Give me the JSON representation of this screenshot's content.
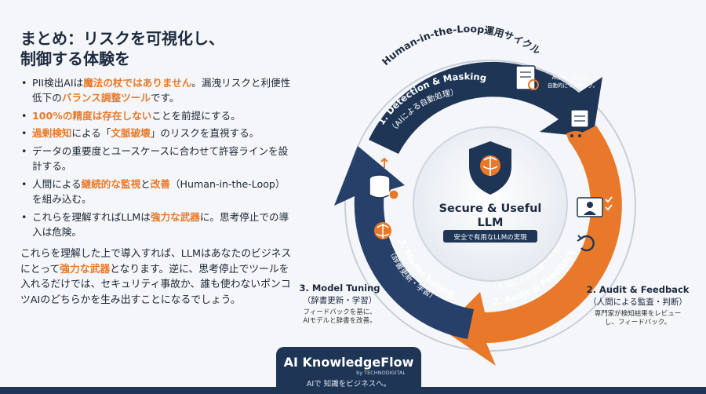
{
  "title": {
    "line1": "まとめ：リスクを可視化し、",
    "line2": "制御する体験を"
  },
  "bullets": [
    {
      "parts": [
        {
          "text": "PII検出AIは",
          "hl": false
        },
        {
          "text": "魔法の杖ではありません",
          "hl": true
        },
        {
          "text": "。漏洩リスクと利便性低下の",
          "hl": false
        },
        {
          "text": "バランス調整ツール",
          "hl": true
        },
        {
          "text": "です。",
          "hl": false
        }
      ]
    },
    {
      "parts": [
        {
          "text": "100%の精度は存在しない",
          "hl": true
        },
        {
          "text": "ことを前提にする。",
          "hl": false
        }
      ]
    },
    {
      "parts": [
        {
          "text": "過剰検知",
          "hl": true
        },
        {
          "text": "による「",
          "hl": false
        },
        {
          "text": "文脈破壊",
          "hl": true
        },
        {
          "text": "」のリスクを直視する。",
          "hl": false
        }
      ]
    },
    {
      "parts": [
        {
          "text": "データの重要度とユースケースに合わせて許容ラインを設計する。",
          "hl": false
        }
      ]
    },
    {
      "parts": [
        {
          "text": "人間による",
          "hl": false
        },
        {
          "text": "継続的な監視",
          "hl": true
        },
        {
          "text": "と",
          "hl": false
        },
        {
          "text": "改善",
          "hl": true
        },
        {
          "text": "（Human-in-the-Loop）を組み込む。",
          "hl": false
        }
      ]
    },
    {
      "parts": [
        {
          "text": "これらを理解すればLLMは",
          "hl": false
        },
        {
          "text": "強力な武器",
          "hl": true
        },
        {
          "text": "に。思考停止での導入は危険。",
          "hl": false
        }
      ]
    }
  ],
  "paragraph": [
    {
      "text": "これらを理解した上で導入すれば、LLMはあなたのビジネスにとって",
      "hl": false
    },
    {
      "text": "強力な武器",
      "hl": true
    },
    {
      "text": "となります。逆に、思考停止でツールを入れるだけでは、セキュリティ事故か、誰も使わないポンコツAIのどちらかを生み出すことになるでしょう。",
      "hl": false
    }
  ],
  "cycle": {
    "heading": "Human-in-the-Loop運用サイクル",
    "center_title_1": "Secure & Useful",
    "center_title_2": "LLM",
    "center_subtitle": "安全で有用なLLMの実現",
    "arrow1_title": "1. Detection & Masking",
    "arrow1_sub": "（AIによる自動処理）",
    "arrow2_title": "2. Audit & Feedback",
    "arrow2_sub": "（人間による監査・判断）",
    "arrow3_title": "3. Model Tuning",
    "arrow3_sub": "（辞書更新・学習）",
    "doc_caption_1": "AIがPIIを検出し、",
    "doc_caption_2": "自動的にマスキング。"
  },
  "labels": {
    "audit_title": "2. Audit & Feedback",
    "audit_sub": "（人間による監査・判断）",
    "audit_desc_1": "専門家が検知結果をレビュー",
    "audit_desc_2": "し、フィードバック。",
    "tuning_title": "3. Model Tuning",
    "tuning_sub": "（辞書更新・学習）",
    "tuning_desc_1": "フィードバックを基に、",
    "tuning_desc_2": "AIモデルと辞書を改善。"
  },
  "brand": {
    "name": "AI KnowledgeFlow",
    "by": "by TECHNODIGITAL",
    "tagline": "AIで 知識をビジネスへ。"
  },
  "colors": {
    "navy": "#1e3556",
    "orange": "#e8792a",
    "background": "#f4f6f9"
  }
}
